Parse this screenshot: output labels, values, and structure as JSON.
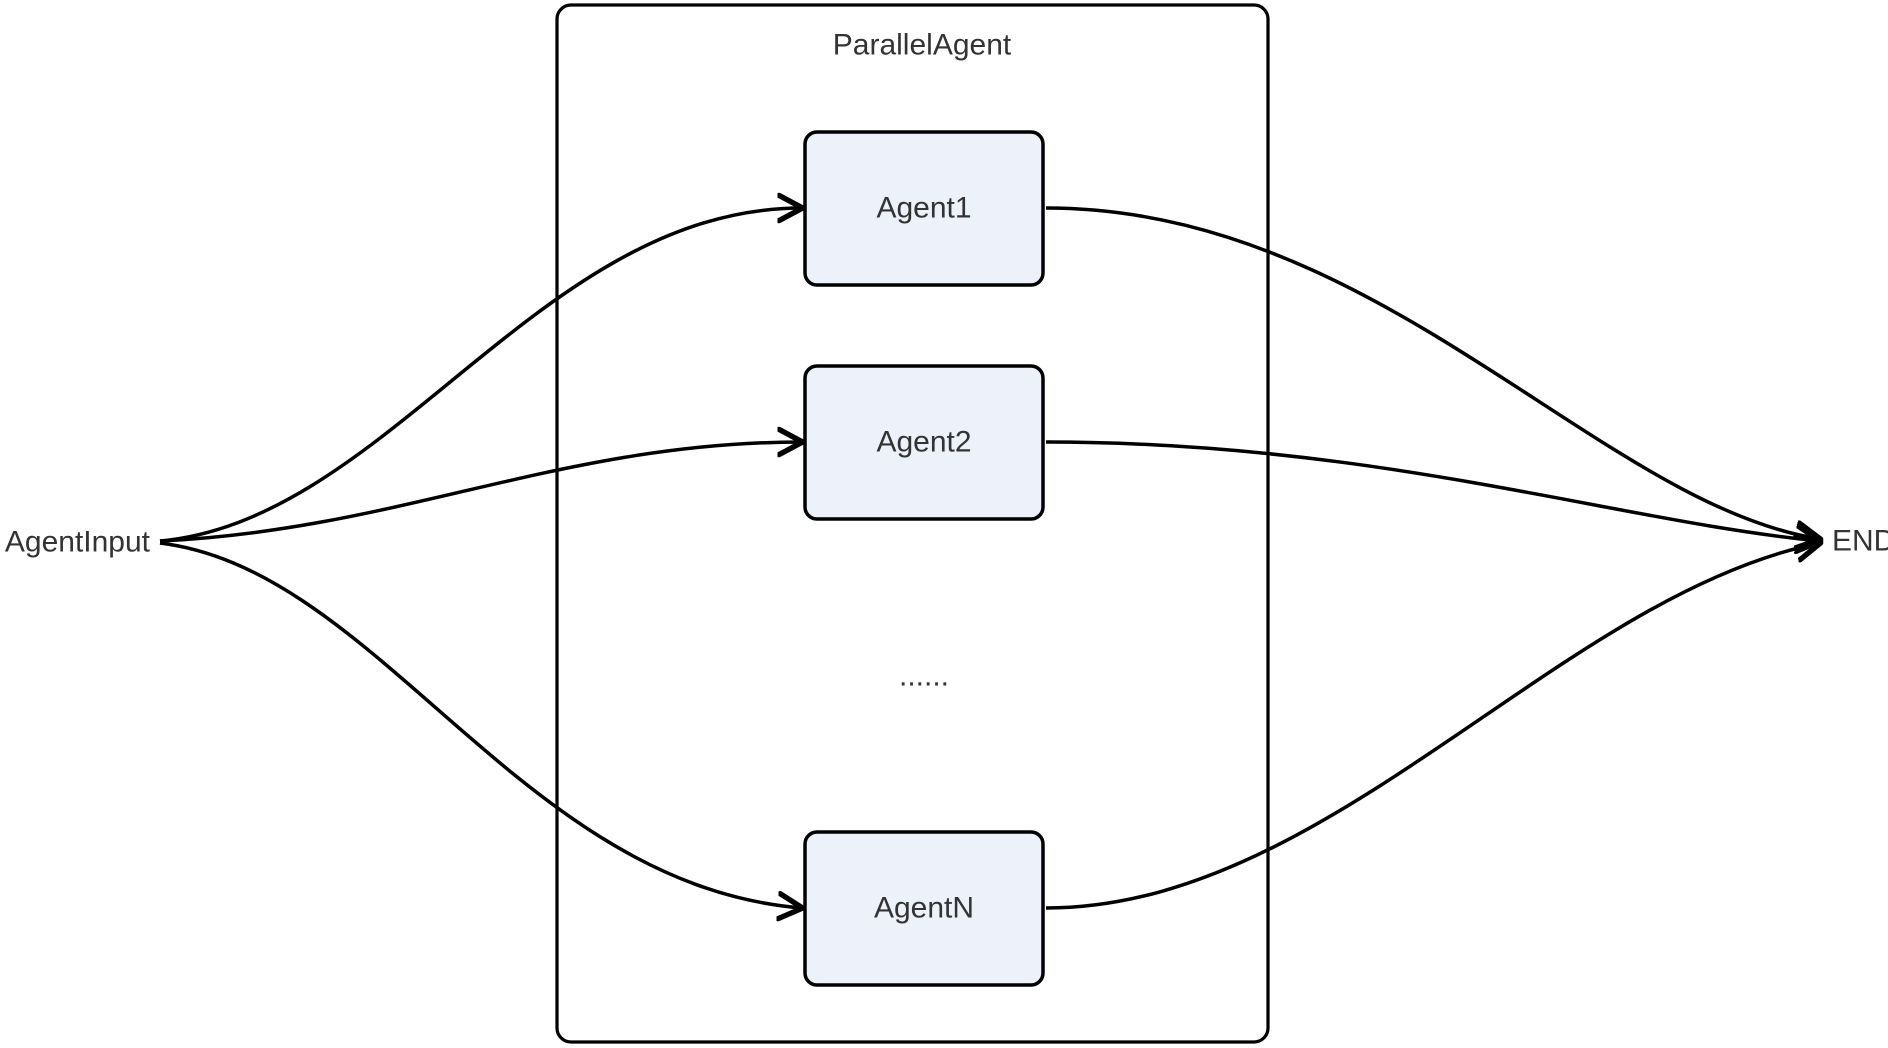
{
  "diagram": {
    "type": "flowchart",
    "direction": "left-to-right",
    "container": {
      "title": "ParallelAgent"
    },
    "nodes": {
      "input": {
        "label": "AgentInput"
      },
      "agent1": {
        "label": "Agent1"
      },
      "agent2": {
        "label": "Agent2"
      },
      "ellipsis": {
        "label": "......"
      },
      "agentN": {
        "label": "AgentN"
      },
      "end": {
        "label": "END"
      }
    },
    "edges": [
      {
        "from": "AgentInput",
        "to": "Agent1"
      },
      {
        "from": "AgentInput",
        "to": "Agent2"
      },
      {
        "from": "AgentInput",
        "to": "AgentN"
      },
      {
        "from": "Agent1",
        "to": "END"
      },
      {
        "from": "Agent2",
        "to": "END"
      },
      {
        "from": "AgentN",
        "to": "END"
      }
    ],
    "colors": {
      "background": "#ffffff",
      "node_fill": "#ECF1FA",
      "node_stroke": "#000000",
      "edge_stroke": "#000000",
      "container_stroke": "#000000",
      "text": "#333333"
    }
  }
}
